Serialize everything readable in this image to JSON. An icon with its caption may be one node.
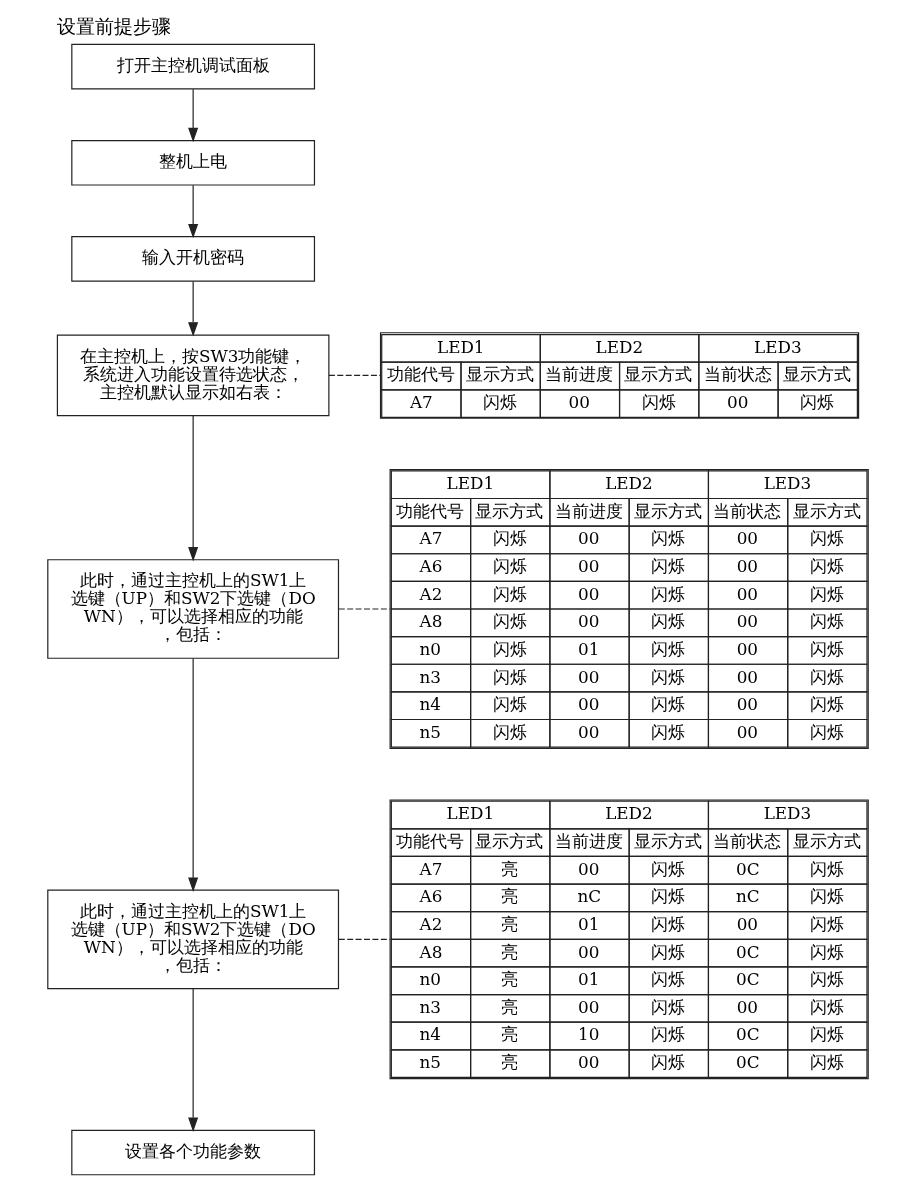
{
  "diagram": {
    "title": "设置前提步骤",
    "nodes": [
      {
        "text": [
          "打开主控机调试面板"
        ]
      },
      {
        "text": [
          "整机上电"
        ]
      },
      {
        "text": [
          "输入开机密码"
        ]
      },
      {
        "text": [
          "在主控机上，按SW3功能键，系统进入功能设置待选状态，主控机默认显示如右表："
        ]
      },
      {
        "text": [
          "此时，通过主控机上的SW1上选键（UP）和SW2下选键（DOWN），可以选择相应的功能，包括："
        ]
      },
      {
        "text": [
          "此时，通过主控机上的SW1上选键（UP）和SW2下选键（DOWN），可以选择相应的功能，包括："
        ]
      },
      {
        "text": [
          "设置各个功能参数"
        ]
      },
      {
        "text": [
          "LED1",
          "LED2",
          "LED3",
          "功能代号",
          "显示方式",
          "当前进度",
          "显示方式",
          "当前状态",
          "显示方式",
          "A7",
          "闪烁",
          "00",
          "闪烁",
          "00",
          "闪烁"
        ]
      },
      {
        "text": [
          "LED1",
          "LED2",
          "LED3",
          "功能代号",
          "显示方式",
          "当前进度",
          "显示方式",
          "当前状态",
          "显示方式",
          "A7",
          "闪烁",
          "00",
          "闪烁",
          "00",
          "闪烁",
          "A6",
          "闪烁",
          "00",
          "闪烁",
          "00",
          "闪烁",
          "A2",
          "闪烁",
          "00",
          "闪烁",
          "00",
          "闪烁",
          "A8",
          "闪烁",
          "00",
          "闪烁",
          "00",
          "闪烁",
          "n0",
          "闪烁",
          "01",
          "闪烁",
          "00",
          "闪烁",
          "n3",
          "闪烁",
          "00",
          "闪烁",
          "00",
          "闪烁",
          "n4",
          "闪烁",
          "00",
          "闪烁",
          "00",
          "闪烁",
          "n5",
          "闪烁",
          "00",
          "闪烁",
          "00",
          "闪烁"
        ]
      },
      {
        "text": [
          "LED1",
          "LED2",
          "LED3",
          "功能代号",
          "显示方式",
          "当前进度",
          "显示方式",
          "当前状态",
          "显示方式",
          "A7",
          "亮",
          "00",
          "闪烁",
          "0C",
          "闪烁",
          "A6",
          "亮",
          "nC",
          "闪烁",
          "nC",
          "闪烁",
          "A2",
          "亮",
          "01",
          "闪烁",
          "00",
          "闪烁",
          "A8",
          "亮",
          "00",
          "闪烁",
          "0C",
          "闪烁",
          "n0",
          "亮",
          "01",
          "闪烁",
          "0C",
          "闪烁",
          "n3",
          "亮",
          "00",
          "闪烁",
          "00",
          "闪烁",
          "n4",
          "亮",
          "10",
          "闪烁",
          "0C",
          "闪烁",
          "n5",
          "亮",
          "00",
          "闪烁",
          "0C",
          "闪烁"
        ]
      }
    ],
    "edges": [
      {
        "from": 0,
        "to": 1,
        "arrow": "to"
      },
      {
        "from": 1,
        "to": 2,
        "arrow": "to"
      },
      {
        "from": 2,
        "to": 3,
        "arrow": "to"
      },
      {
        "from": 3,
        "to": 7,
        "arrow": "none",
        "style": "dashed"
      },
      {
        "from": 3,
        "to": 4,
        "arrow": "to"
      },
      {
        "from": 4,
        "to": 8,
        "arrow": "none",
        "style": "dashed"
      },
      {
        "from": 4,
        "to": 5,
        "arrow": "to"
      },
      {
        "from": 5,
        "to": 9,
        "arrow": "none",
        "style": "dashed"
      },
      {
        "from": 5,
        "to": 6,
        "arrow": "to"
      }
    ]
  }
}
